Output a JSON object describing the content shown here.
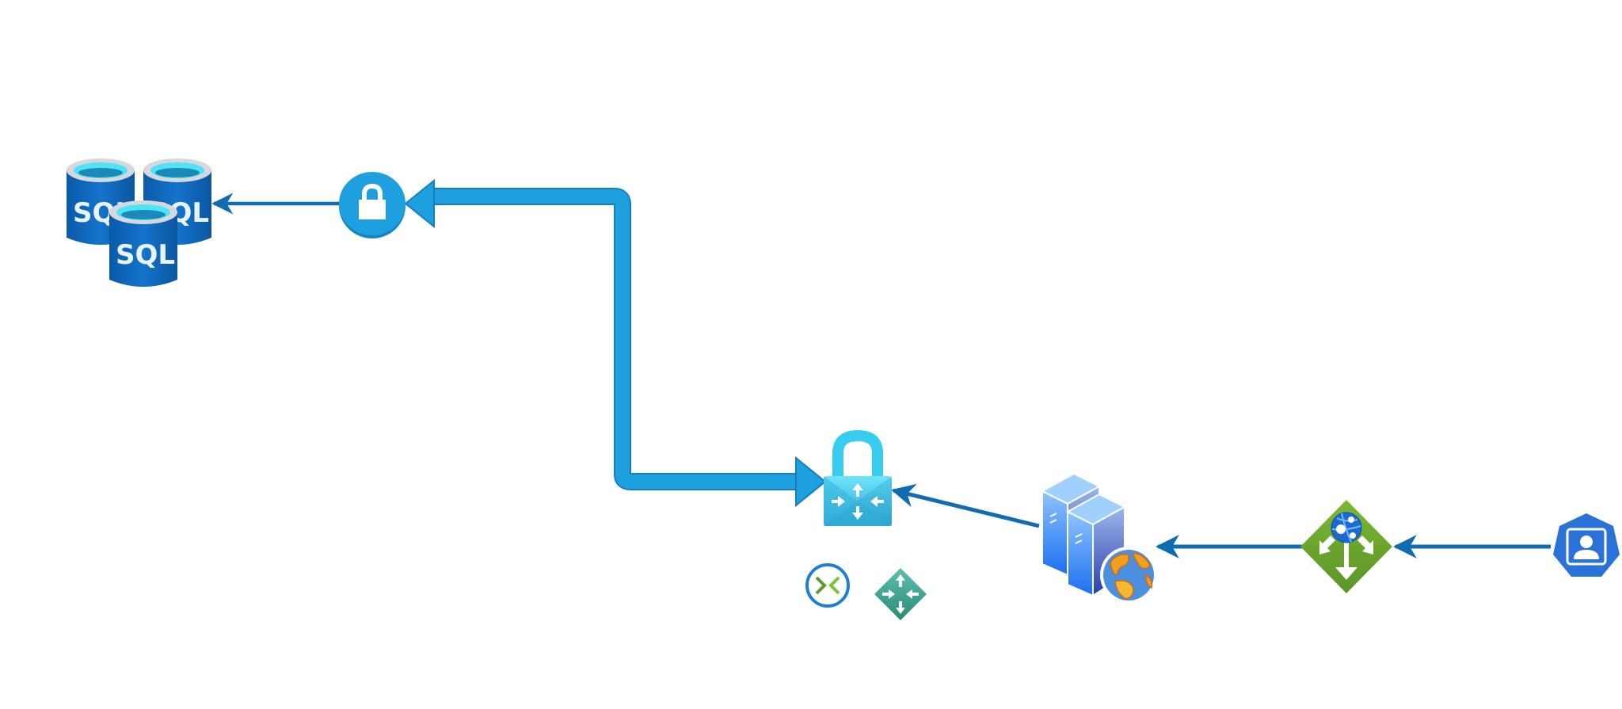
{
  "diagram": {
    "title": "",
    "nodes": [
      {
        "id": "sql-databases",
        "label": "SQL",
        "icon": "sql-database-icon",
        "count": 3
      },
      {
        "id": "private-endpoint",
        "icon": "private-endpoint-lock-icon"
      },
      {
        "id": "vpn-gateway",
        "icon": "vpn-gateway-lock-icon"
      },
      {
        "id": "local-network-gateway",
        "icon": "connection-icon"
      },
      {
        "id": "virtual-network-router",
        "icon": "router-icon"
      },
      {
        "id": "web-servers",
        "icon": "web-server-globe-icon"
      },
      {
        "id": "app-gateway",
        "icon": "application-gateway-icon"
      },
      {
        "id": "user",
        "icon": "user-identity-icon"
      }
    ],
    "edges": [
      {
        "from": "user",
        "to": "app-gateway",
        "style": "thin-arrow"
      },
      {
        "from": "app-gateway",
        "to": "web-servers",
        "style": "thin-arrow"
      },
      {
        "from": "web-servers",
        "to": "vpn-gateway",
        "style": "thin-arrow"
      },
      {
        "from": "vpn-gateway",
        "to": "private-endpoint",
        "style": "thick-bidirectional-arrow"
      },
      {
        "from": "private-endpoint",
        "to": "sql-databases",
        "style": "thin-arrow"
      }
    ],
    "colors": {
      "connector": "#0f6cb0",
      "thick_arrow": "#1ea0e0",
      "thick_arrow_border": "#1380bd",
      "sql_blue": "#0a63b8",
      "lock_circle": "#1ea0e0",
      "gateway_cyan": "#3ccbef",
      "app_gateway_green": "#6aa52e",
      "router_teal": "#3a9e8c",
      "user_blue": "#2a72d8"
    }
  }
}
